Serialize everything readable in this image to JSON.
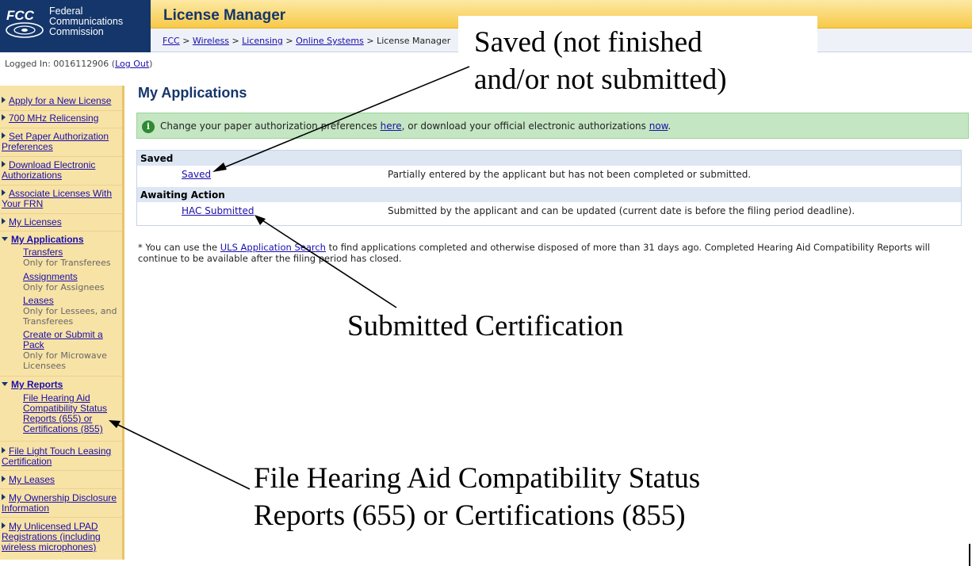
{
  "header": {
    "logo_mark": "FCC",
    "logo_line1": "Federal",
    "logo_line2": "Communications",
    "logo_line3": "Commission",
    "app_title": "License Manager",
    "breadcrumb": {
      "items": [
        "FCC",
        "Wireless",
        "Licensing",
        "Online Systems"
      ],
      "separator": ">",
      "current": "License Manager"
    }
  },
  "session": {
    "logged_in_text": "Logged In: 0016112906 (",
    "logout_label": "Log Out",
    "logged_in_suffix": ")"
  },
  "sidebar": {
    "apply_label": "Apply for a New License",
    "relicensing_label": "700 MHz Relicensing",
    "paper_auth_label": "Set Paper Authorization Preferences",
    "download_auth_label": "Download Electronic Authorizations",
    "associate_label": "Associate Licenses With Your FRN",
    "my_licenses_label": "My Licenses",
    "my_applications": {
      "label": "My Applications",
      "items": [
        {
          "label": "Transfers",
          "note": "Only for Transferees"
        },
        {
          "label": "Assignments",
          "note": "Only for Assignees"
        },
        {
          "label": "Leases",
          "note": "Only for Lessees, and Transferees"
        },
        {
          "label": "Create or Submit a Pack",
          "note": "Only for Microwave Licensees"
        }
      ]
    },
    "my_reports": {
      "label": "My Reports",
      "item_label": "File Hearing Aid Compatibility Status Reports (655) or Certifications (855)"
    },
    "light_touch_label": "File Light Touch Leasing Certification",
    "my_leases_label": "My Leases",
    "ownership_label": "My Ownership Disclosure Information",
    "lpad_label": "My Unlicensed LPAD Registrations (including wireless microphones)"
  },
  "main": {
    "page_title": "My Applications",
    "notice": {
      "icon": "info-icon",
      "text_before": "Change your paper authorization preferences ",
      "here_link": "here",
      "text_middle": ", or download your official electronic authorizations ",
      "now_link": "now",
      "text_after": "."
    },
    "table": {
      "groups": [
        {
          "title": "Saved",
          "rows": [
            {
              "link": "Saved",
              "description": "Partially entered by the applicant but has not been completed or submitted."
            }
          ]
        },
        {
          "title": "Awaiting Action",
          "rows": [
            {
              "link": "HAC Submitted",
              "description": "Submitted by the applicant and can be updated (current date is before the filing period deadline)."
            }
          ]
        }
      ]
    },
    "footnote": {
      "before": "* You can use the ",
      "link": "ULS Application Search",
      "after": " to find applications completed and otherwise disposed of more than 31 days ago. Completed Hearing Aid Compatibility Reports will continue to be available after the filing period has closed."
    }
  },
  "annotations": {
    "saved_line1": "Saved (not finished",
    "saved_line2": "and/or not submitted)",
    "submitted": "Submitted Certification",
    "file_line1": "File Hearing Aid Compatibility Status",
    "file_line2": "Reports (655) or Certifications (855)"
  },
  "colors": {
    "navy": "#14366b",
    "header_gold": "#f7c948",
    "sidebar_bg": "#f8e3a6",
    "notice_bg": "#c4e6c2",
    "table_group_bg": "#dde6f3",
    "link": "#1a0dab"
  }
}
